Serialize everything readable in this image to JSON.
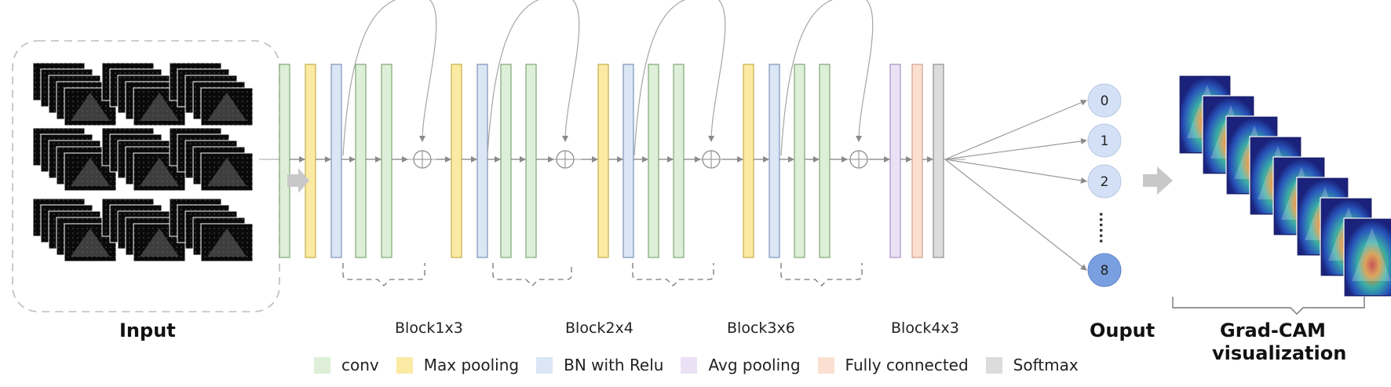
{
  "input_label": "Input",
  "output_label": "Ouput",
  "gradcam_label_line1": "Grad-CAM",
  "gradcam_label_line2": "visualization",
  "blocks": [
    {
      "label": "Block1x3"
    },
    {
      "label": "Block2x4"
    },
    {
      "label": "Block3x6"
    },
    {
      "label": "Block4x3"
    }
  ],
  "outputs": [
    "0",
    "1",
    "2",
    "8"
  ],
  "output_ellipsis": "......",
  "legend": [
    {
      "label": "conv",
      "color": "#ddefd8"
    },
    {
      "label": "Max pooling",
      "color": "#fbeaa4"
    },
    {
      "label": "BN with Relu",
      "color": "#dbe6f5"
    },
    {
      "label": "Avg pooling",
      "color": "#ebe1f4"
    },
    {
      "label": "Fully connected",
      "color": "#fbe0d2"
    },
    {
      "label": "Softmax",
      "color": "#dcdcdc"
    }
  ],
  "colors": {
    "conv": "#ddefd8",
    "conv_stroke": "#7fa874",
    "maxpool": "#fbeaa4",
    "maxpool_stroke": "#c9ad47",
    "bn": "#dbe6f5",
    "bn_stroke": "#7d93b8",
    "avgpool": "#ebe1f4",
    "avgpool_stroke": "#a793c2",
    "fc": "#fbe0d2",
    "fc_stroke": "#d0a08a",
    "softmax": "#dcdcdc",
    "softmax_stroke": "#8e8e8e",
    "output_circle": "#d3e0f5",
    "output_circle_last": "#7a9fe0",
    "arrow": "#9a9a9a",
    "big_arrow": "#c8c8c8"
  }
}
